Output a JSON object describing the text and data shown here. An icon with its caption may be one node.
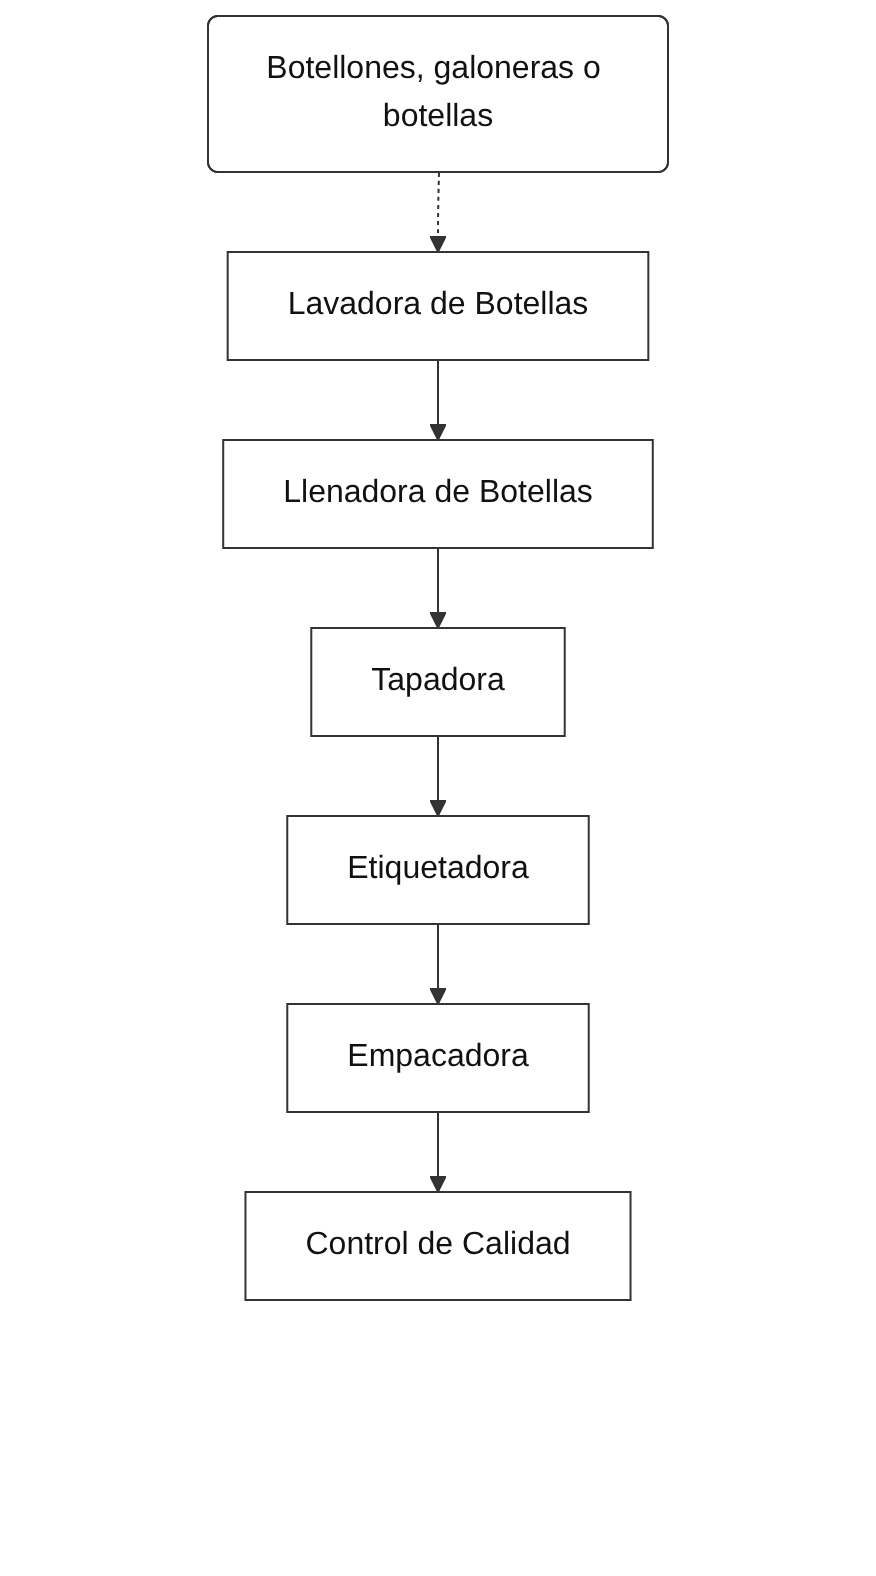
{
  "diagram": {
    "nodes": [
      {
        "text": [
          "Botellones, galoneras o botellas"
        ]
      },
      {
        "text": [
          "Lavadora de Botellas"
        ]
      },
      {
        "text": [
          "Llenadora de Botellas"
        ]
      },
      {
        "text": [
          "Tapadora"
        ]
      },
      {
        "text": [
          "Etiquetadora"
        ]
      },
      {
        "text": [
          "Empacadora"
        ]
      },
      {
        "text": [
          "Control de Calidad"
        ]
      }
    ],
    "edges": [
      {
        "from": 0,
        "to": 1,
        "arrow": "to",
        "style": "dashed"
      },
      {
        "from": 1,
        "to": 2,
        "arrow": "to"
      },
      {
        "from": 2,
        "to": 3,
        "arrow": "to"
      },
      {
        "from": 3,
        "to": 4,
        "arrow": "to"
      },
      {
        "from": 4,
        "to": 5,
        "arrow": "to"
      },
      {
        "from": 5,
        "to": 6,
        "arrow": "to"
      }
    ]
  }
}
